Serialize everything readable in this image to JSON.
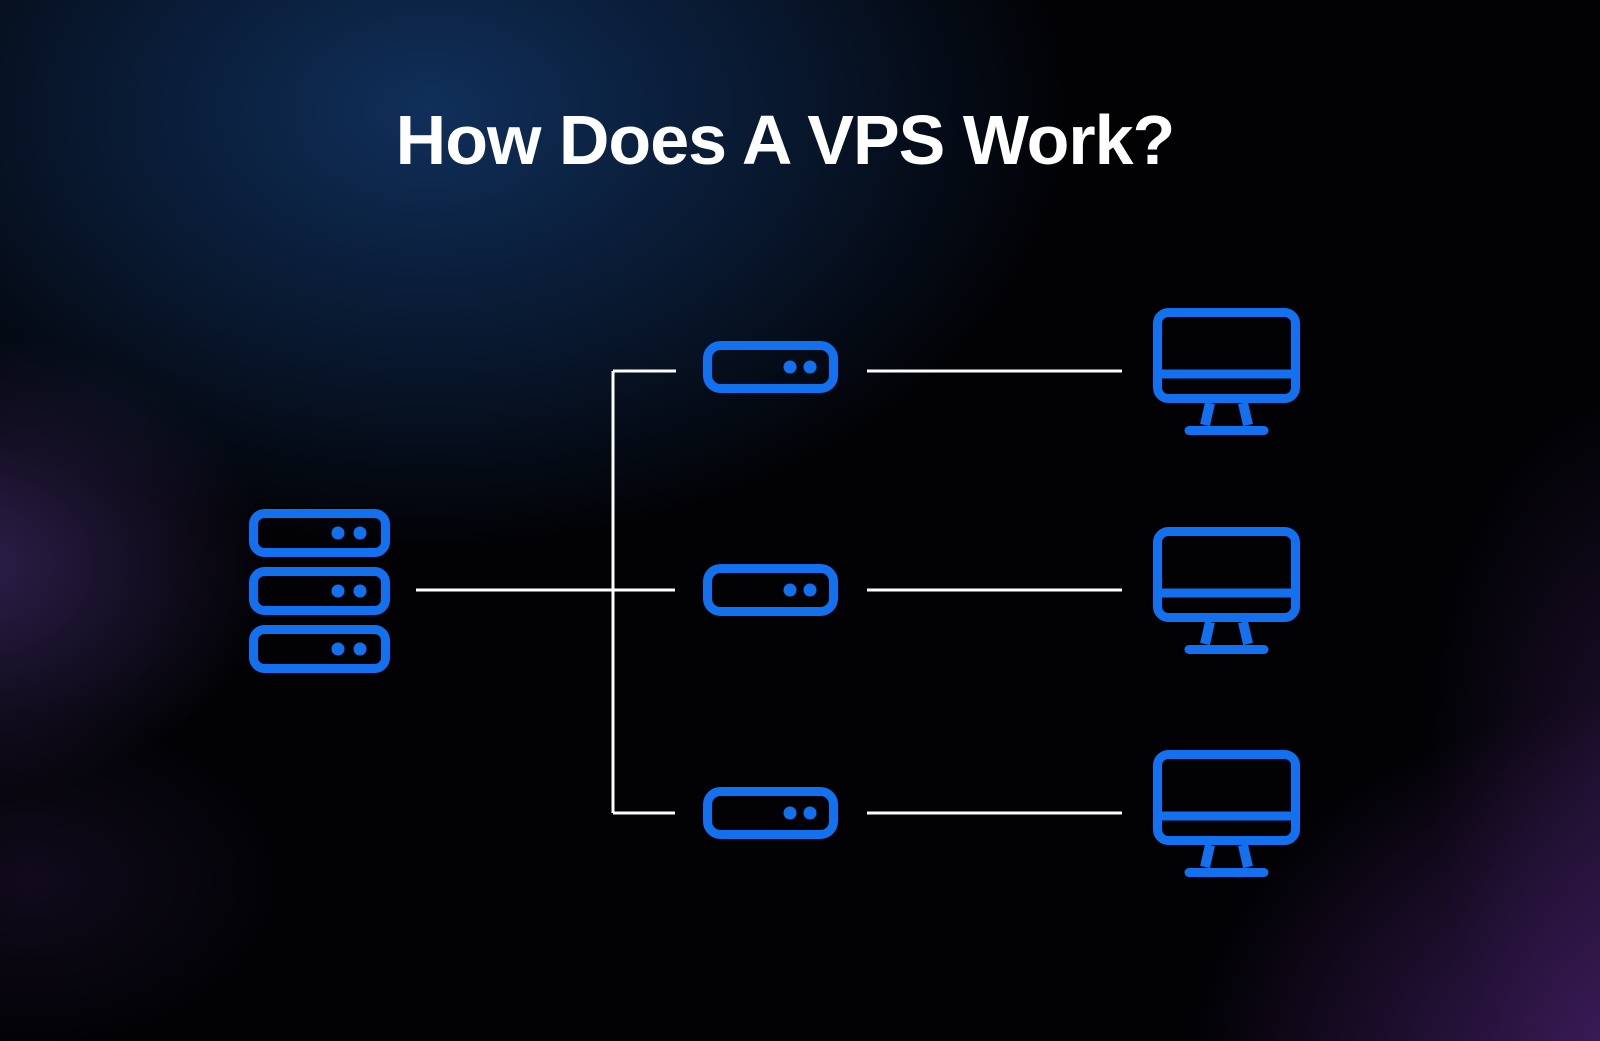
{
  "title": "How Does A VPS Work?",
  "colors": {
    "background": "#020205",
    "glow_navy": "#10305c",
    "glow_purple_left": "#543a8c",
    "glow_purple_right": "#582884",
    "icon_blue": "#1370ee",
    "connector": "#ffffff",
    "title_text": "#ffffff"
  },
  "icons": {
    "physical_server": "server-stack-icon",
    "vps_instance": "server-icon",
    "client_device": "monitor-icon"
  },
  "diagram": {
    "vps_count": 3,
    "monitor_count": 3
  }
}
